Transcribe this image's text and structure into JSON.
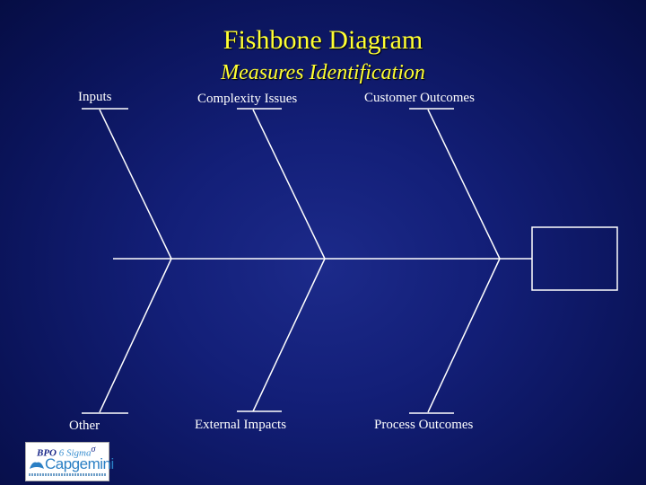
{
  "slide": {
    "title": "Fishbone Diagram",
    "subtitle": "Measures Identification"
  },
  "categories": {
    "top": [
      "Inputs",
      "Complexity Issues",
      "Customer Outcomes"
    ],
    "bottom": [
      "Other",
      "External Impacts",
      "Process Outcomes"
    ]
  },
  "effect_box_text": "",
  "colors": {
    "background": "#131f78",
    "title": "#ffff33",
    "lines": "#ffffff",
    "labels": "#ffffff"
  },
  "logo": {
    "prefix": "BPO",
    "six_sigma": "6 Sigma",
    "sigma_symbol": "σ",
    "company": "Capgemini"
  }
}
